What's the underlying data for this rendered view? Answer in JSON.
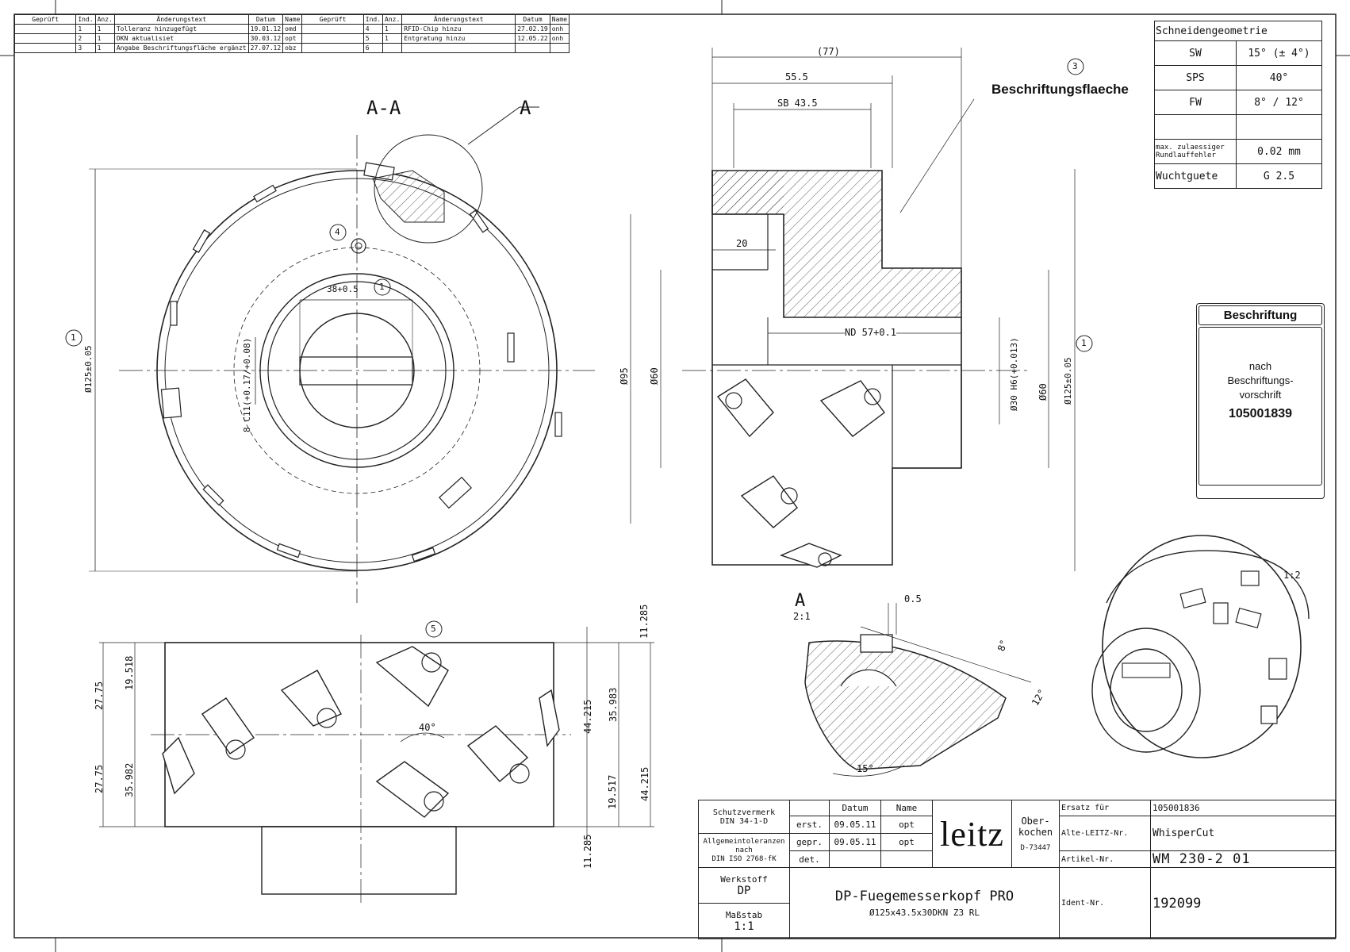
{
  "revisions": {
    "headers": [
      "Geprüft",
      "Ind.",
      "Anz.",
      "Änderungstext",
      "Datum",
      "Name"
    ],
    "left": [
      {
        "ind": "1",
        "anz": "1",
        "text": "Tolleranz hinzugefügt",
        "date": "19.01.12",
        "name": "omd"
      },
      {
        "ind": "2",
        "anz": "1",
        "text": "DKN aktualisiet",
        "date": "30.03.12",
        "name": "opt"
      },
      {
        "ind": "3",
        "anz": "1",
        "text": "Angabe Beschriftungsfläche ergänzt",
        "date": "27.07.12",
        "name": "obz"
      }
    ],
    "right": [
      {
        "ind": "4",
        "anz": "1",
        "text": "RFID-Chip hinzu",
        "date": "27.02.19",
        "name": "onh"
      },
      {
        "ind": "5",
        "anz": "1",
        "text": "Entgratung hinzu",
        "date": "12.05.22",
        "name": "onh"
      },
      {
        "ind": "6",
        "anz": "",
        "text": "",
        "date": "",
        "name": ""
      }
    ]
  },
  "geometry": {
    "title": "Schneidengeometrie",
    "rows": [
      {
        "label": "SW",
        "value": "15° (± 4°)"
      },
      {
        "label": "SPS",
        "value": "40°"
      },
      {
        "label": "FW",
        "value": "8° / 12°"
      },
      {
        "label": "",
        "value": ""
      },
      {
        "label": "max. zulaessiger Rundlauffehler",
        "value": "0.02 mm"
      },
      {
        "label": "Wuchtguete",
        "value": "G 2.5"
      }
    ]
  },
  "beschriftung": {
    "title": "Beschriftung",
    "line1": "nach",
    "line2": "Beschriftungs-",
    "line3": "vorschrift",
    "number": "105001839"
  },
  "labels": {
    "section_aa": "A-A",
    "section_a": "A",
    "detail_a": "A",
    "detail_scale": "2:1",
    "iso_scale": "1:2",
    "beschriftungsflaeche": "Beschriftungsflaeche"
  },
  "front_view": {
    "dia": "Ø125±0.05",
    "width38": "38+0.5",
    "keyway": "8 C11(+0.17/+0.08)",
    "marks": [
      "1",
      "4",
      "1"
    ]
  },
  "section_view": {
    "d77": "(77)",
    "d55": "55.5",
    "sb": "SB 43.5",
    "d20": "20",
    "nd": "ND 57+0.1",
    "d95": "Ø95",
    "d60a": "Ø60",
    "d30": "Ø30 H6(+0.013)",
    "d60b": "Ø60",
    "d125": "Ø125±0.05",
    "marks": [
      "3",
      "1"
    ]
  },
  "side_view": {
    "left": [
      "27.75",
      "19.518",
      "27.75",
      "35.982"
    ],
    "right": [
      "11.285",
      "35.983",
      "44.215",
      "44.215",
      "19.517",
      "11.285"
    ],
    "angle": "40°",
    "mark": "5"
  },
  "detail_view": {
    "d05": "0.5",
    "a8": "8°",
    "a12": "12°",
    "a15": "15°"
  },
  "title_block": {
    "schutz_1": "Schutzvermerk",
    "schutz_2": "DIN 34-1-D",
    "allg_1": "Allgemeintoleranzen",
    "allg_2": "nach",
    "allg_3": "DIN ISO 2768-fK",
    "werkstoff_label": "Werkstoff",
    "werkstoff": "DP",
    "massstab_label": "Maßstab",
    "massstab": "1:1",
    "h_datum": "Datum",
    "h_name": "Name",
    "r1": "erst.",
    "r1d": "09.05.11",
    "r1n": "opt",
    "r2": "gepr.",
    "r2d": "09.05.11",
    "r2n": "opt",
    "r3": "det.",
    "logo": "leitz",
    "loc1": "Ober-",
    "loc2": "kochen",
    "loc3": "D-73447",
    "title1": "DP-Fuegemesserkopf PRO",
    "title2": "Ø125x43.5x30DKN Z3 RL",
    "ersatz_label": "Ersatz für",
    "ersatz": "105001836",
    "alte_label": "Alte-LEITZ-Nr.",
    "alte": "WhisperCut",
    "artikel_label": "Artikel-Nr.",
    "artikel": "WM 230-2 01",
    "ident_label": "Ident-Nr.",
    "ident": "192099"
  }
}
